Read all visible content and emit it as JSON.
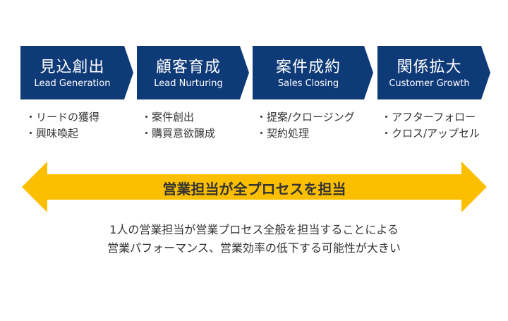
{
  "stages": [
    {
      "jp": "見込創出",
      "en": "Lead Generation",
      "bullets": [
        "・リードの獲得",
        "・興味喚起"
      ]
    },
    {
      "jp": "顧客育成",
      "en": "Lead Nurturing",
      "bullets": [
        "・案件創出",
        "・購買意欲醸成"
      ]
    },
    {
      "jp": "案件成約",
      "en": "Sales Closing",
      "bullets": [
        "・提案/クロージング",
        "・契約処理"
      ]
    },
    {
      "jp": "関係拡大",
      "en": "Customer Growth",
      "bullets": [
        "・アフターフォロー",
        "・クロス/アップセル"
      ]
    }
  ],
  "arrow": {
    "label": "営業担当が全プロセスを担当",
    "color": "#fcbf00"
  },
  "summary": [
    "1人の営業担当が営業プロセス全般を担当することによる",
    "営業パフォーマンス、営業効率の低下する可能性が大きい"
  ],
  "colors": {
    "stage": "#0f3a78"
  }
}
